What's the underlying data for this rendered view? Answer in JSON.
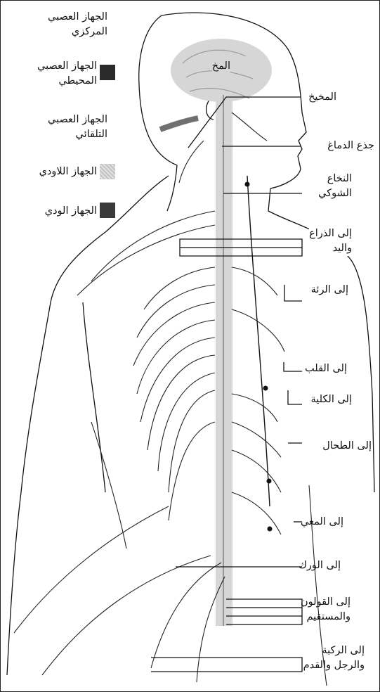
{
  "legend": [
    {
      "text": "الجهاز العصبي المركزي",
      "lines": [
        "الجهاز العصبي",
        "المركزي"
      ],
      "swatch": null
    },
    {
      "text": "الجهاز العصبي المحيطي",
      "lines": [
        "الجهاز العصبي",
        "المحيطي"
      ],
      "swatch": "#2a2a2a"
    },
    {
      "text": "الجهاز العصبي التلقائي",
      "lines": [
        "الجهاز العصبي",
        "التلقائي"
      ],
      "swatch": null
    },
    {
      "text": "الجهاز اللاودي",
      "lines": [
        "الجهاز اللاودي"
      ],
      "swatch": "#c9c9c9"
    },
    {
      "text": "الجهاز الودي",
      "lines": [
        "الجهاز الودي"
      ],
      "swatch": "#3a3a3a"
    }
  ],
  "labels": {
    "brain": "المخ",
    "cerebellum": "المخيخ",
    "brainstem": "جذع الدماغ",
    "spinal_cord": [
      "النخاع",
      "الشوكي"
    ],
    "arm_hand": [
      "إلى الذراع",
      "واليد"
    ],
    "lung": "إلى الرئة",
    "heart": "إلى القلب",
    "kidney": "إلى الكلية",
    "spleen": "إلى الطحال",
    "intestine": "إلى المعي",
    "hip": "إلى الورك",
    "colon_rectum": [
      "إلى القولون",
      "والمستقيم"
    ],
    "knee_foot": [
      "إلى الركبة",
      "والرجل والقدم"
    ]
  },
  "colors": {
    "line": "#111111",
    "cns_gray": "#d2d2d2",
    "parasympathetic": "#c9c9c9",
    "sympathetic": "#3a3a3a",
    "peripheral": "#2a2a2a"
  }
}
